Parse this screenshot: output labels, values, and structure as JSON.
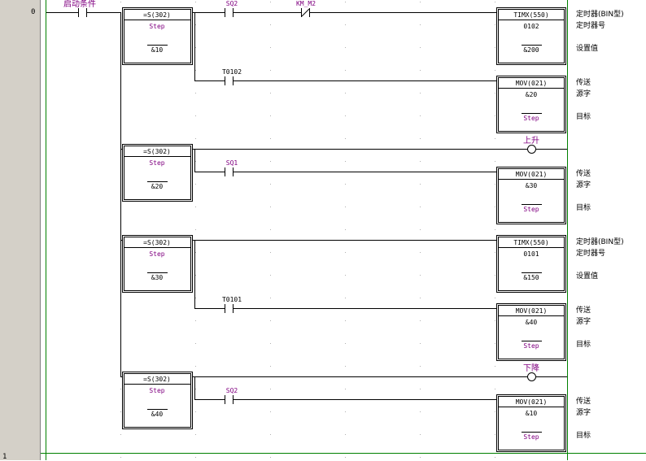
{
  "gutter": {
    "rung_start": "0",
    "rung_next": "1"
  },
  "rung0": {
    "start_contact": "启动条件",
    "compares": [
      {
        "func": "=S(302)",
        "op1": "Step",
        "op2": "&10"
      },
      {
        "func": "=S(302)",
        "op1": "Step",
        "op2": "&20"
      },
      {
        "func": "=S(302)",
        "op1": "Step",
        "op2": "&30"
      },
      {
        "func": "=S(302)",
        "op1": "Step",
        "op2": "&40"
      }
    ],
    "contacts": {
      "sq2": "SQ2",
      "km_m2": "KM_M2",
      "t0102": "T0102",
      "sq1": "SQ1",
      "t0101": "T0101",
      "sq2_b": "SQ2"
    },
    "coils": {
      "up": "上升",
      "down": "下降"
    },
    "boxes": [
      {
        "func": "TIMX(550)",
        "op1": "0102",
        "op2": "&200",
        "c1": "定时器(BIN型)",
        "c2": "定时器号",
        "c3": "设置值"
      },
      {
        "func": "MOV(021)",
        "op1": "&20",
        "op2": "Step",
        "c1": "传送",
        "c2": "源字",
        "c3": "目标"
      },
      {
        "func": "MOV(021)",
        "op1": "&30",
        "op2": "Step",
        "c1": "传送",
        "c2": "源字",
        "c3": "目标"
      },
      {
        "func": "TIMX(550)",
        "op1": "0101",
        "op2": "&150",
        "c1": "定时器(BIN型)",
        "c2": "定时器号",
        "c3": "设置值"
      },
      {
        "func": "MOV(021)",
        "op1": "&40",
        "op2": "Step",
        "c1": "传送",
        "c2": "源字",
        "c3": "目标"
      },
      {
        "func": "MOV(021)",
        "op1": "&10",
        "op2": "Step",
        "c1": "传送",
        "c2": "源字",
        "c3": "目标"
      }
    ]
  },
  "colors": {
    "wire": "#000000",
    "operand": "#800080",
    "rail": "#008000",
    "gutter": "#d4d0c8"
  }
}
